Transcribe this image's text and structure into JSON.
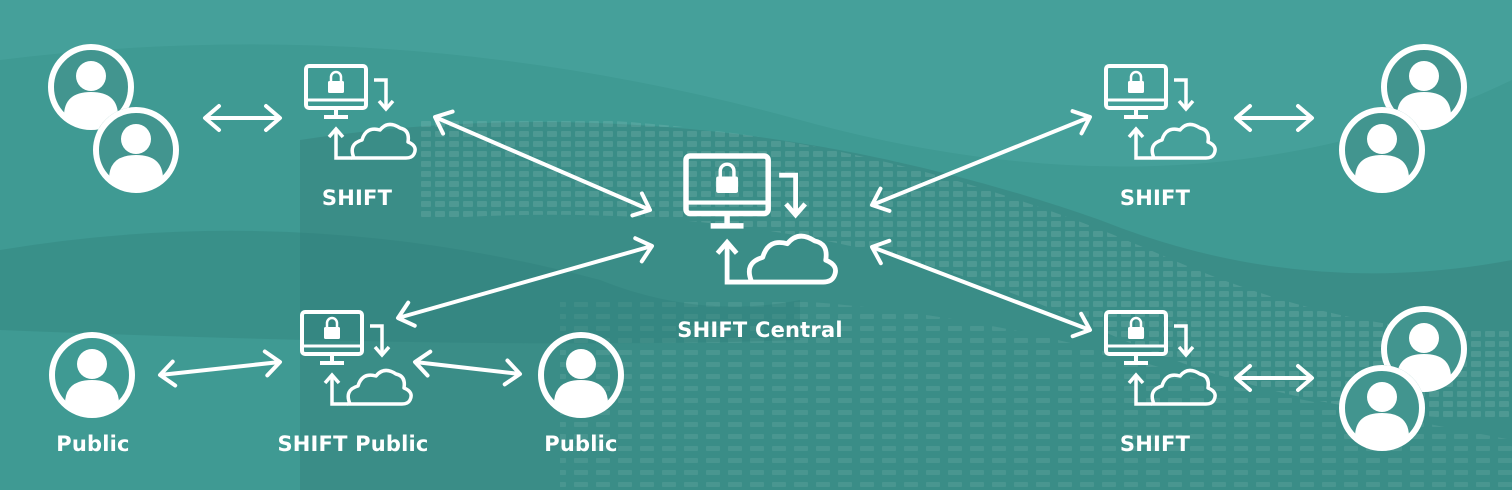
{
  "colors": {
    "background": "#3f9a93",
    "background_dark": "#2d7e78",
    "foreground": "#ffffff"
  },
  "nodes": {
    "shift_top_left": {
      "label": "SHIFT",
      "icon": "secure-computer-cloud-icon"
    },
    "shift_top_right": {
      "label": "SHIFT",
      "icon": "secure-computer-cloud-icon"
    },
    "shift_central": {
      "label": "SHIFT Central",
      "icon": "secure-computer-cloud-icon"
    },
    "shift_public": {
      "label": "SHIFT Public",
      "icon": "secure-computer-cloud-icon"
    },
    "shift_bottom_right": {
      "label": "SHIFT",
      "icon": "secure-computer-cloud-icon"
    },
    "public_left": {
      "label": "Public",
      "icon": "user-icon"
    },
    "public_right": {
      "label": "Public",
      "icon": "user-icon"
    },
    "users_top_left": {
      "icon": "users-group-icon"
    },
    "users_top_right": {
      "icon": "users-group-icon"
    },
    "users_bottom_right": {
      "icon": "users-group-icon"
    }
  },
  "connections": [
    {
      "from": "users_top_left",
      "to": "shift_top_left",
      "icon": "double-arrow-icon"
    },
    {
      "from": "shift_top_left",
      "to": "shift_central",
      "icon": "double-arrow-icon"
    },
    {
      "from": "shift_public",
      "to": "shift_central",
      "icon": "double-arrow-icon"
    },
    {
      "from": "shift_central",
      "to": "shift_top_right",
      "icon": "double-arrow-icon"
    },
    {
      "from": "shift_central",
      "to": "shift_bottom_right",
      "icon": "double-arrow-icon"
    },
    {
      "from": "shift_top_right",
      "to": "users_top_right",
      "icon": "double-arrow-icon"
    },
    {
      "from": "shift_bottom_right",
      "to": "users_bottom_right",
      "icon": "double-arrow-icon"
    },
    {
      "from": "public_left",
      "to": "shift_public",
      "icon": "double-arrow-icon"
    },
    {
      "from": "shift_public",
      "to": "public_right",
      "icon": "double-arrow-icon"
    }
  ]
}
